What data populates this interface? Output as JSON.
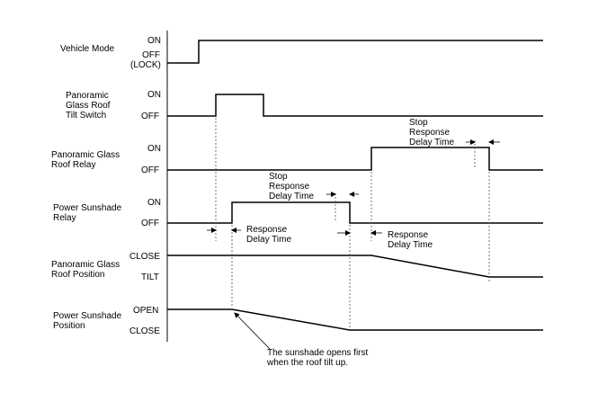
{
  "signals": [
    {
      "id": "vehicle-mode",
      "name": [
        "Vehicle Mode"
      ],
      "states": [
        "ON",
        "OFF",
        "(LOCK)"
      ]
    },
    {
      "id": "tilt-switch",
      "name": [
        "Panoramic",
        "Glass Roof",
        "Tilt Switch"
      ],
      "states": [
        "ON",
        "OFF"
      ]
    },
    {
      "id": "roof-relay",
      "name": [
        "Panoramic Glass",
        "Roof Relay"
      ],
      "states": [
        "ON",
        "OFF"
      ]
    },
    {
      "id": "sunshade-relay",
      "name": [
        "Power Sunshade",
        "Relay"
      ],
      "states": [
        "ON",
        "OFF"
      ]
    },
    {
      "id": "roof-position",
      "name": [
        "Panoramic Glass",
        "Roof Position"
      ],
      "states": [
        "CLOSE",
        "TILT"
      ]
    },
    {
      "id": "sunshade-position",
      "name": [
        "Power Sunshade",
        "Position"
      ],
      "states": [
        "OPEN",
        "CLOSE"
      ]
    }
  ],
  "annotations": {
    "stop_delay_1": [
      "Stop",
      "Response",
      "Delay Time"
    ],
    "stop_delay_2": [
      "Stop",
      "Response",
      "Delay Time"
    ],
    "response_delay_1": [
      "Response",
      "Delay Time"
    ],
    "response_delay_2": [
      "Response",
      "Delay Time"
    ],
    "note": [
      "The sunshade opens first",
      "when the roof tilt up."
    ]
  }
}
